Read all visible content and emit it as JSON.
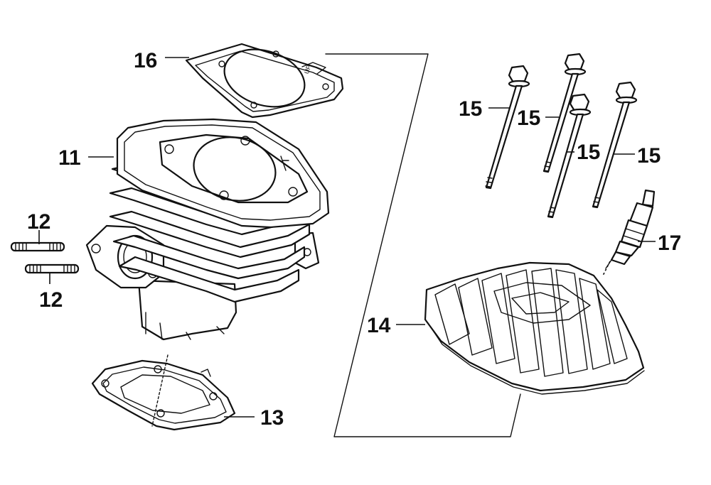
{
  "diagram": {
    "type": "exploded-parts-diagram",
    "colors": {
      "ink": "#111111",
      "background": "#ffffff"
    },
    "callouts": [
      {
        "id": "16",
        "label": "16"
      },
      {
        "id": "11",
        "label": "11"
      },
      {
        "id": "12a",
        "label": "12"
      },
      {
        "id": "12b",
        "label": "12"
      },
      {
        "id": "13",
        "label": "13"
      },
      {
        "id": "14",
        "label": "14"
      },
      {
        "id": "15a",
        "label": "15"
      },
      {
        "id": "15b",
        "label": "15"
      },
      {
        "id": "15c",
        "label": "15"
      },
      {
        "id": "15d",
        "label": "15"
      },
      {
        "id": "17",
        "label": "17"
      }
    ],
    "gasket_mark": "UP"
  }
}
